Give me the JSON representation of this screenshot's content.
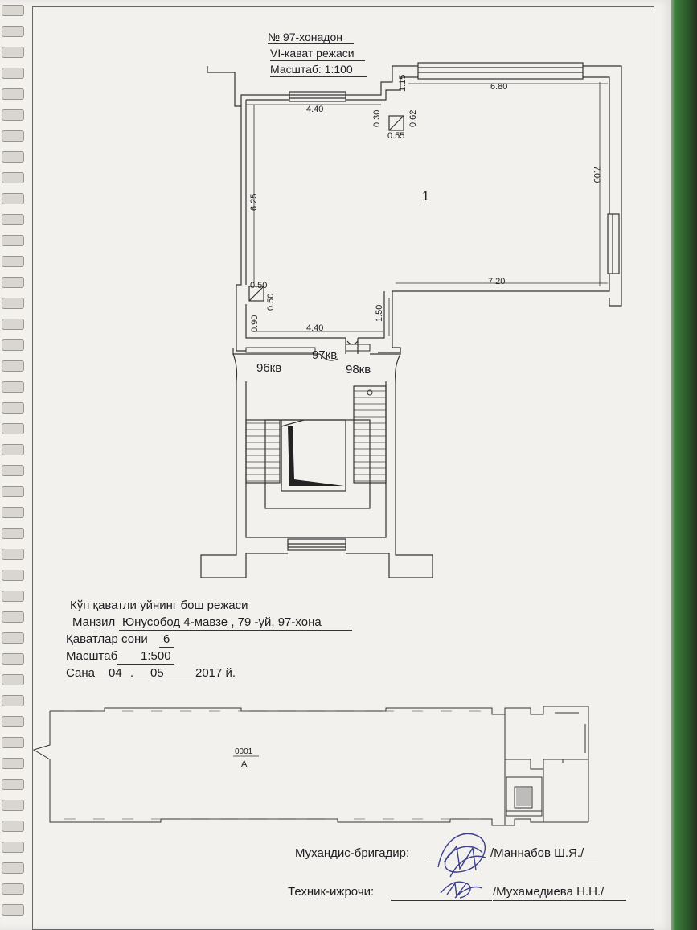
{
  "header": {
    "apartment": "№ 97-хонадон",
    "floor_plan": "VI-кават режаси",
    "scale": "Масштаб: 1:100"
  },
  "plan": {
    "room_number": "1",
    "dims": {
      "d440_top": "4.40",
      "d680": "6.80",
      "d115": "1.15",
      "d030": "0.30",
      "d062": "0.62",
      "d055": "0.55",
      "d625": "6.25",
      "d700": "7.00",
      "d720": "7.20",
      "d050a": "0.50",
      "d050b": "0.50",
      "d090": "0.90",
      "d150": "1.50",
      "d440_bottom": "4.40"
    },
    "flats": {
      "left": "96кв",
      "center": "97кв",
      "right": "98кв"
    }
  },
  "info": {
    "heading": "Кўп қаватли уйнинг бош режаси",
    "address_label": "Манзил",
    "address_value": "Юнусобод  4-мавзе , 79 -уй, 97-хона",
    "floors_label": "Қаватлар сони",
    "floors_value": "6",
    "scale_label": "Масштаб",
    "scale_value": "1:500",
    "date_label": "Сана",
    "date_day": "04",
    "date_month": "05",
    "date_year": "2017 й."
  },
  "site_plan": {
    "code": "0001",
    "letter": "А"
  },
  "signatures": {
    "engineer_label": "Мухандис-бригадир:",
    "engineer_name": "/Маннабов Ш.Я./",
    "technician_label": "Техник-ижрочи:",
    "technician_name": "/Мухамедиева Н.Н./"
  }
}
